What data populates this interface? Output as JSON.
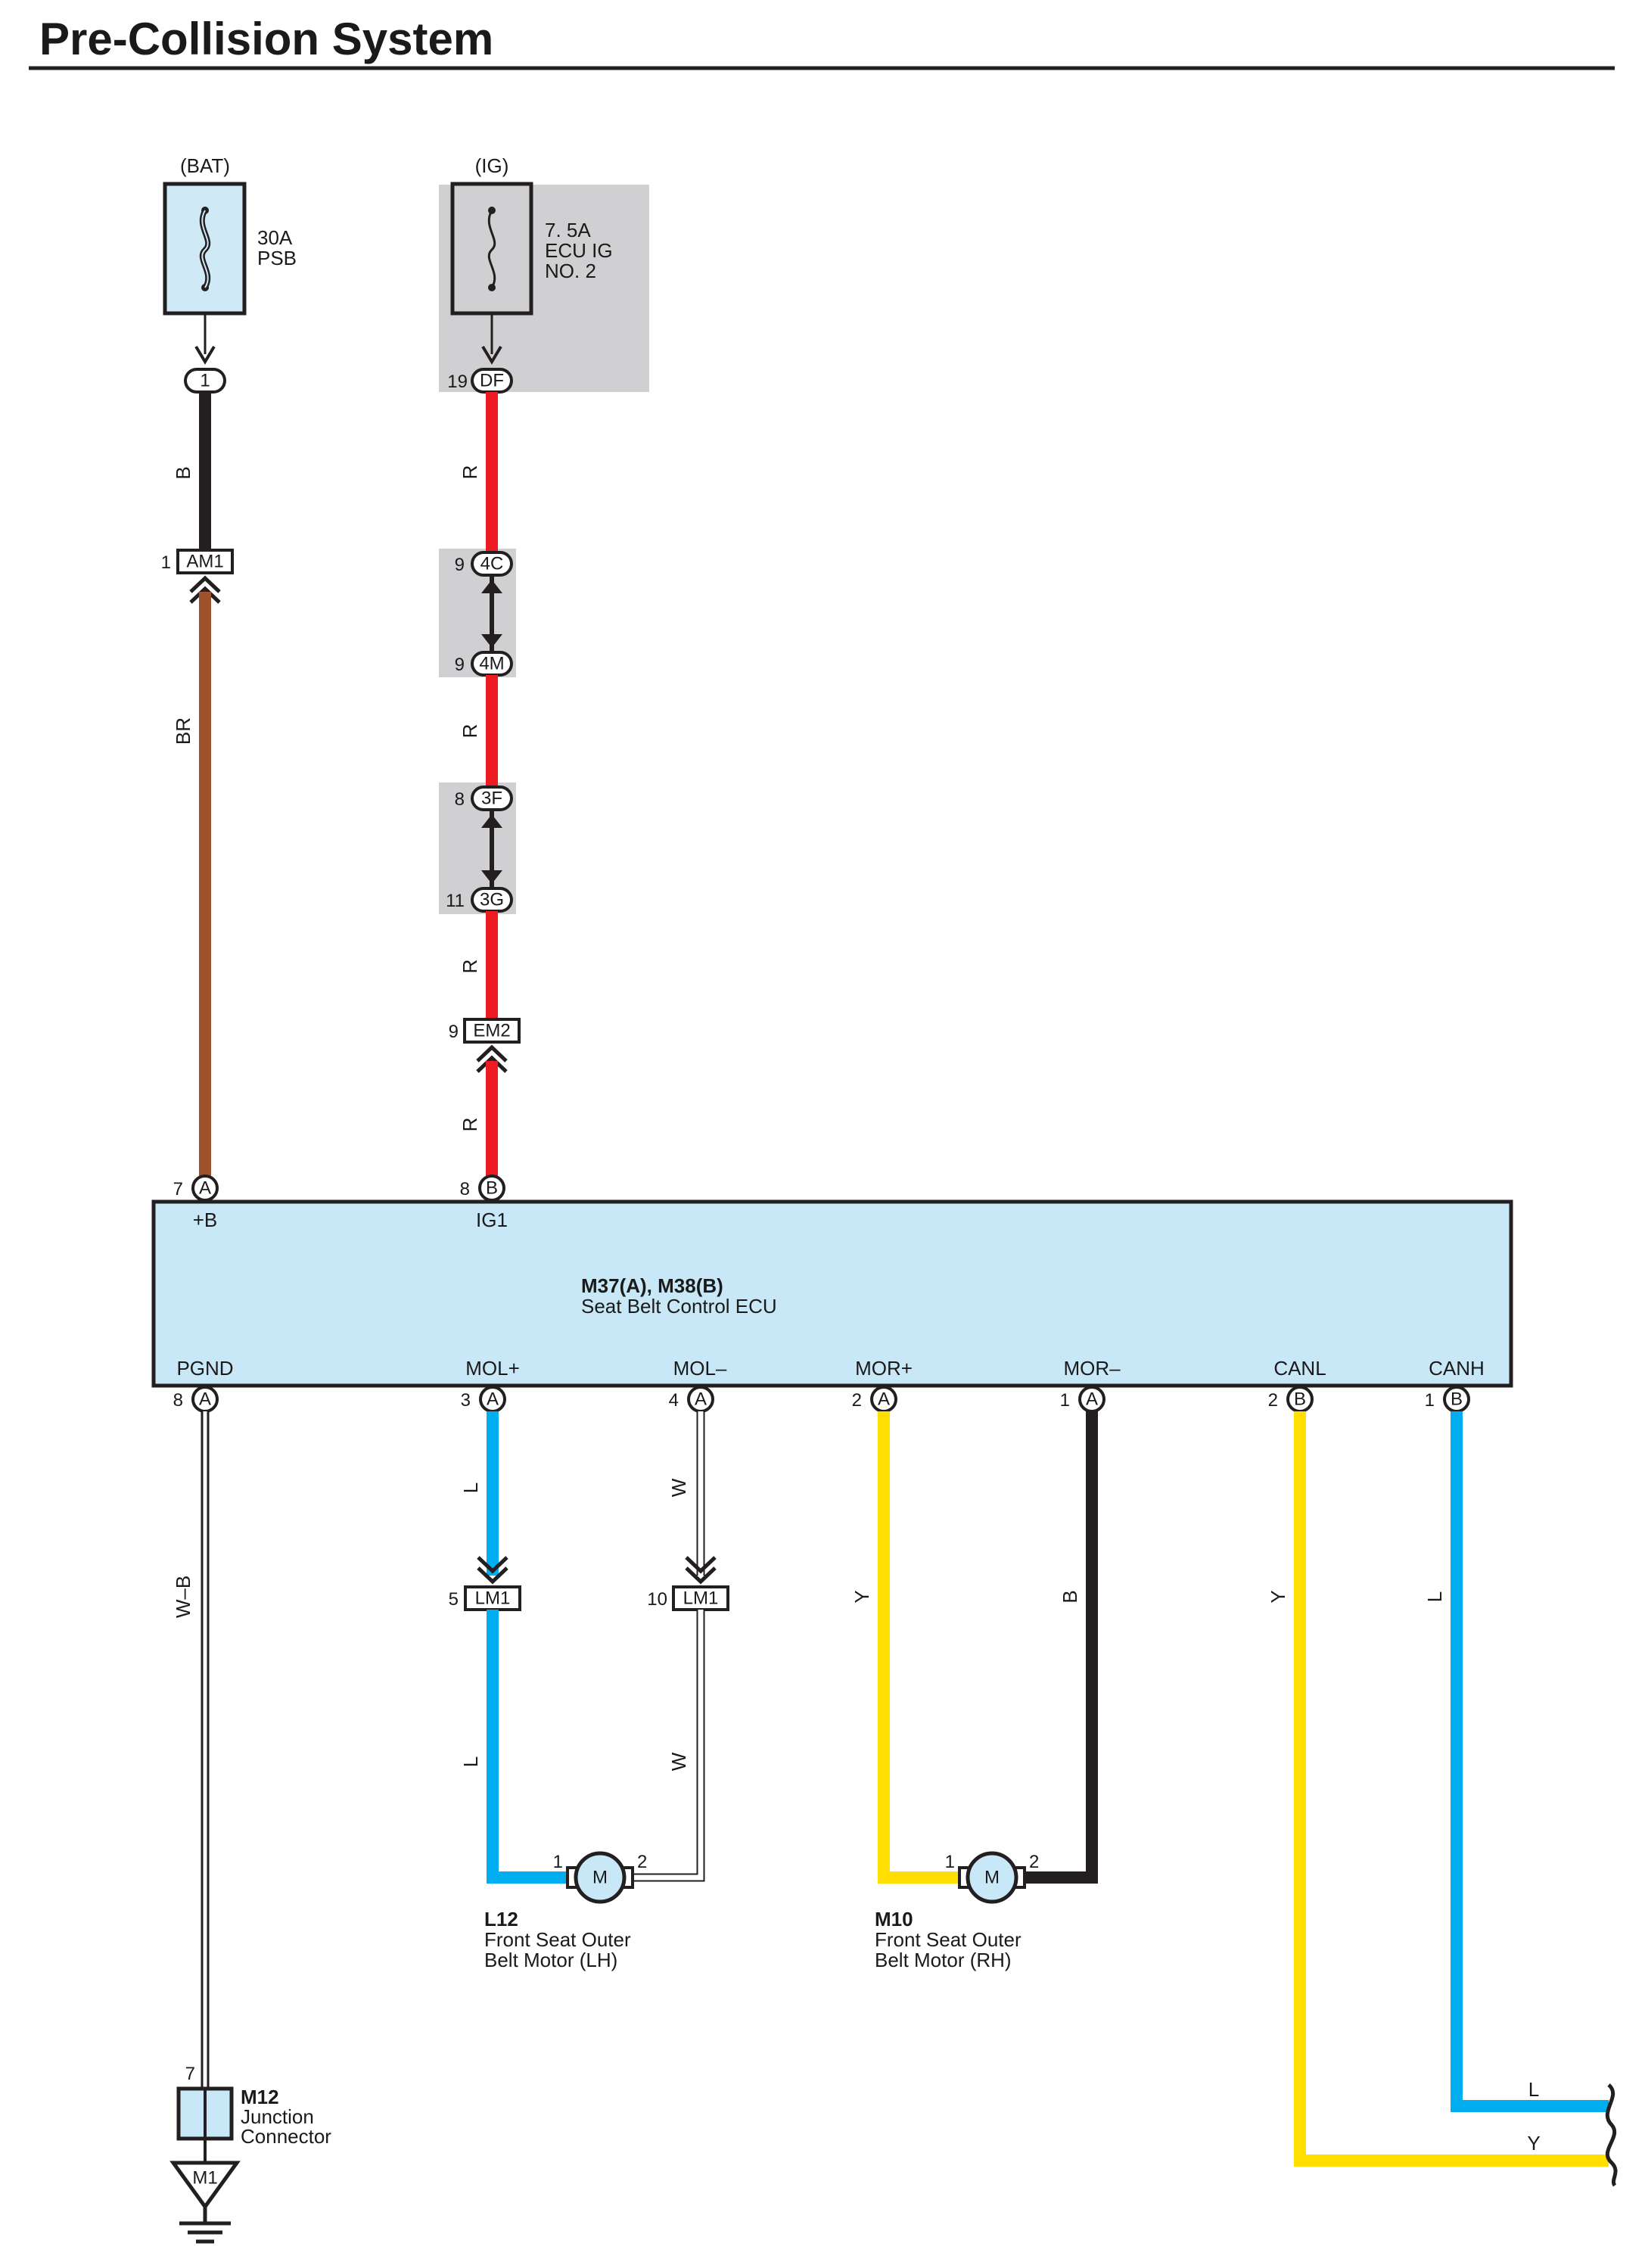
{
  "title": "Pre-Collision System",
  "power": {
    "bat": {
      "label": "(BAT)",
      "amp": "30A",
      "name": "PSB",
      "pin": "1"
    },
    "ig": {
      "label": "(IG)",
      "amp": "7. 5A",
      "name1": "ECU IG",
      "name2": "NO. 2",
      "pin": "19",
      "code": "DF"
    }
  },
  "connectors": {
    "am1": {
      "code": "AM1",
      "pin": "1"
    },
    "c4C": {
      "code": "4C",
      "pin": "9"
    },
    "c4M": {
      "code": "4M",
      "pin": "9"
    },
    "c3F": {
      "code": "3F",
      "pin": "8"
    },
    "c3G": {
      "code": "3G",
      "pin": "11"
    },
    "em2": {
      "code": "EM2",
      "pin": "9"
    },
    "lm1a": {
      "code": "LM1",
      "pin": "5"
    },
    "lm1b": {
      "code": "LM1",
      "pin": "10"
    }
  },
  "ecu": {
    "id": "M37(A), M38(B)",
    "name": "Seat Belt Control ECU",
    "top_terms": [
      {
        "pin": "7",
        "conn": "A",
        "name": "+B"
      },
      {
        "pin": "8",
        "conn": "B",
        "name": "IG1"
      }
    ],
    "bottom_terms": [
      {
        "pin": "8",
        "conn": "A",
        "name": "PGND"
      },
      {
        "pin": "3",
        "conn": "A",
        "name": "MOL+"
      },
      {
        "pin": "4",
        "conn": "A",
        "name": "MOL–"
      },
      {
        "pin": "2",
        "conn": "A",
        "name": "MOR+"
      },
      {
        "pin": "1",
        "conn": "A",
        "name": "MOR–"
      },
      {
        "pin": "2",
        "conn": "B",
        "name": "CANL"
      },
      {
        "pin": "1",
        "conn": "B",
        "name": "CANH"
      }
    ]
  },
  "wires": {
    "bat_top": "B",
    "bat_bottom": "BR",
    "ig1": "R",
    "ig2": "R",
    "ig3": "R",
    "ig4": "R",
    "pgnd": "W–B",
    "mol_p1": "L",
    "mol_p2": "L",
    "mol_m1": "W",
    "mol_m2": "W",
    "mor_p": "Y",
    "mor_m": "B",
    "canl": "Y",
    "canh": "L",
    "canh_out": "L",
    "canl_out": "Y"
  },
  "motors": {
    "lh": {
      "id": "L12",
      "line1": "Front Seat Outer",
      "line2": "Belt Motor (LH)",
      "symbol": "M",
      "pin1": "1",
      "pin2": "2"
    },
    "rh": {
      "id": "M10",
      "line1": "Front Seat Outer",
      "line2": "Belt Motor (RH)",
      "symbol": "M",
      "pin1": "1",
      "pin2": "2"
    }
  },
  "junction": {
    "id": "M12",
    "line1": "Junction",
    "line2": "Connector",
    "pin": "7"
  },
  "ground": {
    "code": "M1"
  },
  "colors": {
    "black": "#231f20",
    "red": "#ed1c24",
    "brown": "#a0522d",
    "blue": "#00aeef",
    "yellow": "#ffde00",
    "ecu_fill": "#c8e8f8",
    "shade": "#d0d0d2",
    "fuse_fill": "#cfe9f7"
  }
}
